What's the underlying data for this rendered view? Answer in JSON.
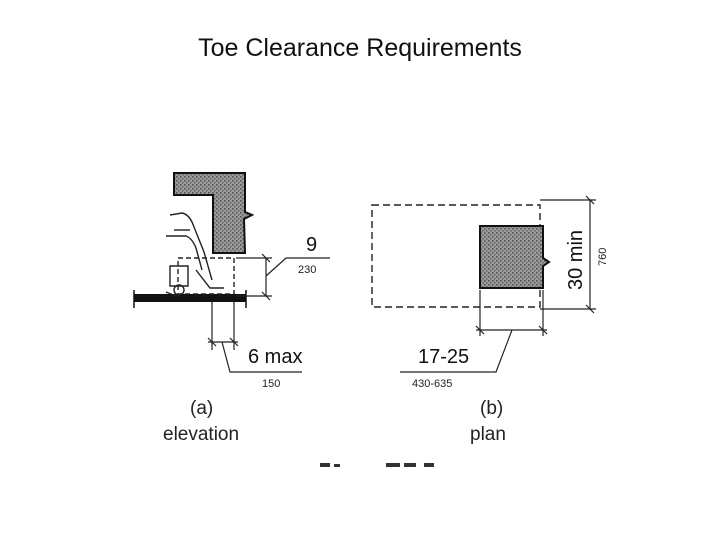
{
  "slide": {
    "title": "Toe Clearance Requirements"
  },
  "diagram": {
    "elevation": {
      "height_imperial": "9",
      "height_metric": "230",
      "depth_imperial": "6 max",
      "depth_metric": "150",
      "label_letter": "(a)",
      "label_name": "elevation"
    },
    "plan": {
      "depth_imperial": "17-25",
      "depth_metric": "430-635",
      "width_imperial": "30 min",
      "width_metric": "760",
      "label_letter": "(b)",
      "label_name": "plan"
    }
  }
}
